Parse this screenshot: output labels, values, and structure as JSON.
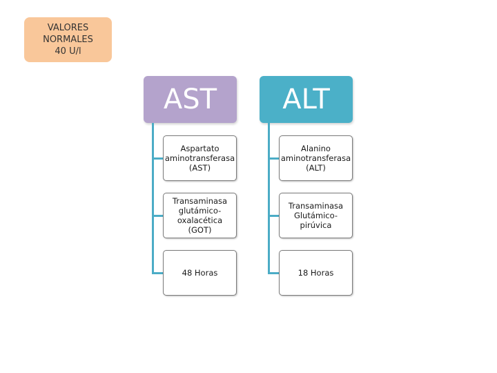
{
  "note": {
    "text": "VALORES\nNORMALES\n40 U/l"
  },
  "columns": [
    {
      "header": "AST",
      "color": "#b4a3cc",
      "items": [
        "Aspartato\naminotransferasa\n(AST)",
        "Transaminasa\nglutámico-\noxalacética (GOT)",
        "48 Horas"
      ]
    },
    {
      "header": "ALT",
      "color": "#4bb0c8",
      "items": [
        "Alanino\naminotransferasa\n(ALT)",
        "Transaminasa\nGlutámico-\npirúvica",
        "18 Horas"
      ]
    }
  ],
  "connector_color": "#4bacc6"
}
